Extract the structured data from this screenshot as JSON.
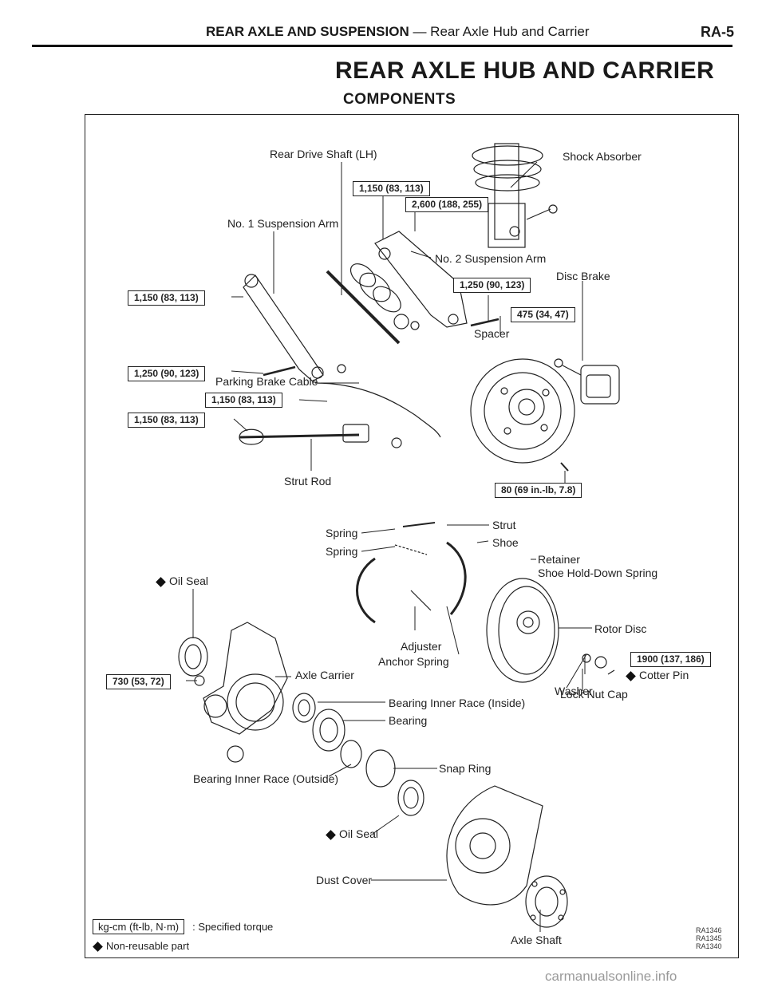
{
  "header": {
    "section": "REAR AXLE AND SUSPENSION",
    "subsection": "— Rear Axle Hub and Carrier",
    "page": "RA-5"
  },
  "title": "REAR AXLE HUB AND CARRIER",
  "subtitle": "COMPONENTS",
  "labels": {
    "rear_drive_shaft": "Rear Drive Shaft (LH)",
    "shock_absorber": "Shock Absorber",
    "no1_suspension_arm": "No. 1 Suspension Arm",
    "no2_suspension_arm": "No. 2 Suspension Arm",
    "disc_brake": "Disc Brake",
    "spacer": "Spacer",
    "parking_brake_cable": "Parking Brake Cable",
    "strut_rod": "Strut Rod",
    "spring1": "Spring",
    "spring2": "Spring",
    "strut": "Strut",
    "shoe": "Shoe",
    "retainer": "Retainer",
    "shoe_hold_down_spring": "Shoe Hold-Down Spring",
    "oil_seal_top": "Oil Seal",
    "rotor_disc": "Rotor Disc",
    "adjuster": "Adjuster",
    "anchor_spring": "Anchor Spring",
    "axle_carrier": "Axle Carrier",
    "cotter_pin": "Cotter Pin",
    "washer": "Washer",
    "lock_nut_cap": "Lock Nut Cap",
    "bearing_inner_race_inside": "Bearing Inner Race (Inside)",
    "bearing": "Bearing",
    "snap_ring": "Snap Ring",
    "bearing_inner_race_outside": "Bearing Inner Race (Outside)",
    "oil_seal_bottom": "Oil Seal",
    "dust_cover": "Dust Cover",
    "axle_shaft": "Axle Shaft"
  },
  "torques": {
    "t1": "1,150 (83, 113)",
    "t2": "2,600 (188, 255)",
    "t3": "1,150 (83, 113)",
    "t4": "1,250 (90, 123)",
    "t5": "1,250 (90, 123)",
    "t6": "475 (34, 47)",
    "t7": "1,150 (83, 113)",
    "t8": "1,150 (83, 113)",
    "t9": "80 (69 in.-lb, 7.8)",
    "t10": "730 (53, 72)",
    "t11": "1900 (137, 186)"
  },
  "legend": {
    "unit_box": "kg-cm (ft-lb, N·m)",
    "unit_text": ": Specified torque",
    "nonreusable": "Non-reusable part"
  },
  "refs": [
    "RA1346",
    "RA1345",
    "RA1340"
  ],
  "watermark": "carmanualsonline.info"
}
